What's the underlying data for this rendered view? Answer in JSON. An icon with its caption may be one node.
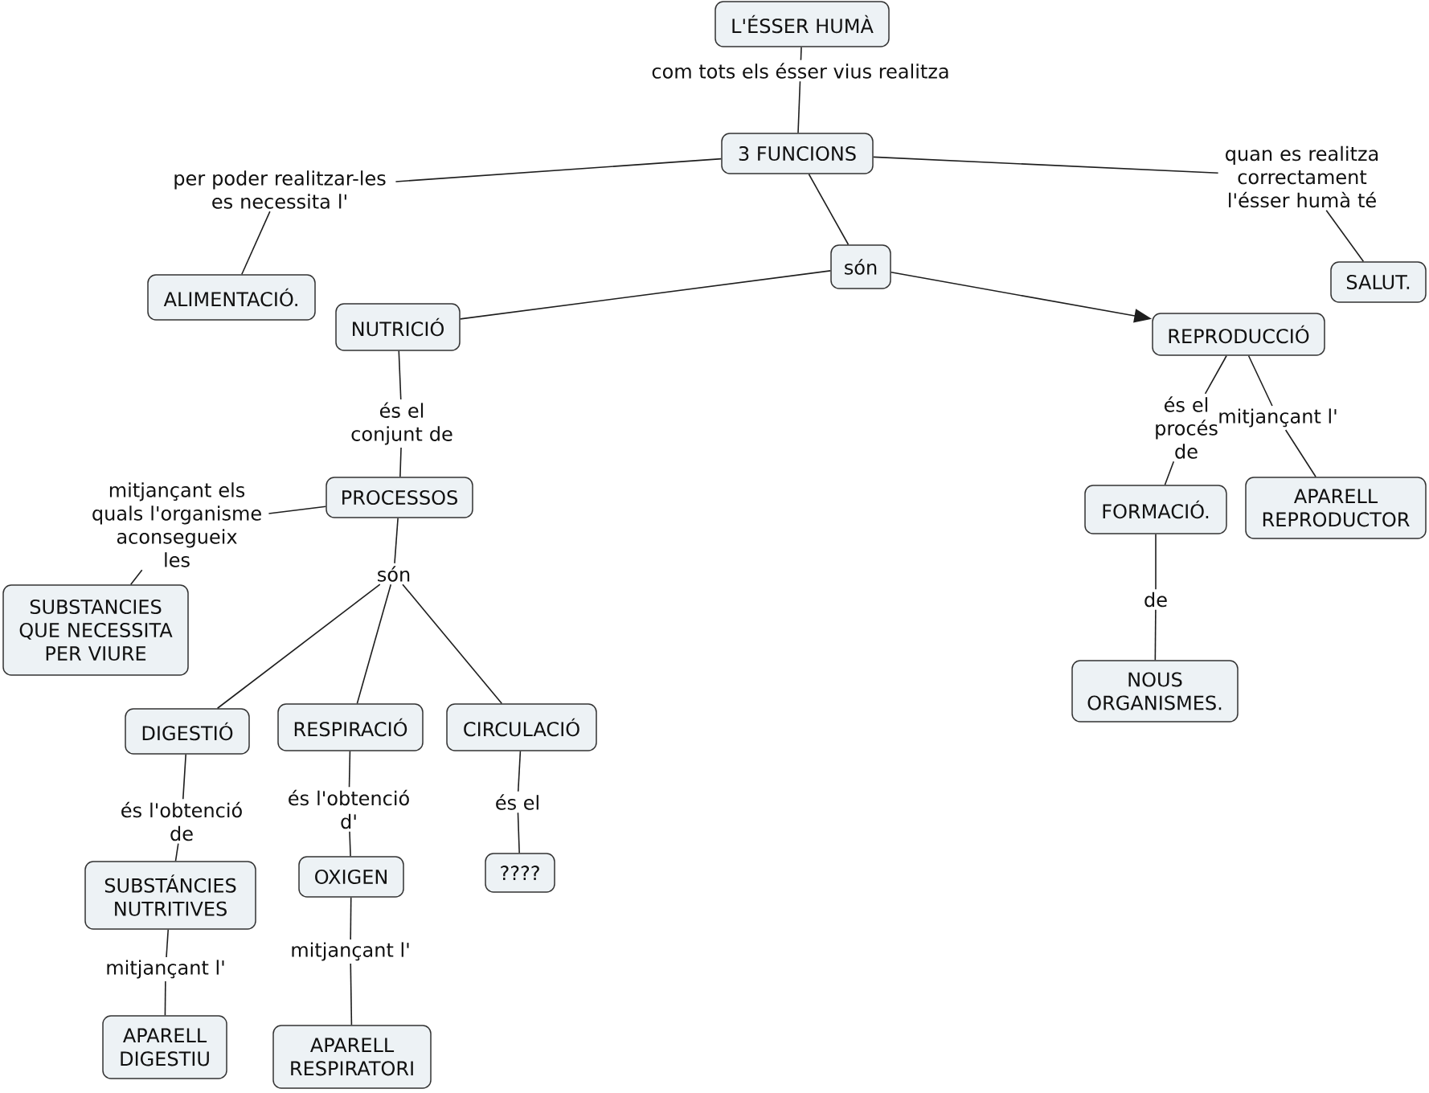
{
  "diagram": {
    "nodes": [
      {
        "text": [
          "L'ÉSSER HUMÀ"
        ]
      },
      {
        "text": [
          "com tots els ésser vius realitza"
        ]
      },
      {
        "text": [
          "3 FUNCIONS"
        ]
      },
      {
        "text": [
          "per poder realitzar-les es necessita l'"
        ]
      },
      {
        "text": [
          "quan es realitza correctament l'ésser humà té"
        ]
      },
      {
        "text": [
          "són"
        ]
      },
      {
        "text": [
          "SALUT."
        ]
      },
      {
        "text": [
          "ALIMENTACIÓ."
        ]
      },
      {
        "text": [
          "NUTRICIÓ"
        ]
      },
      {
        "text": [
          "REPRODUCCIÓ"
        ]
      },
      {
        "text": [
          "és el conjunt de"
        ]
      },
      {
        "text": [
          "és el procés de"
        ]
      },
      {
        "text": [
          "mitjançant l'"
        ]
      },
      {
        "text": [
          "mitjançant els quals l'organisme aconsegueix les"
        ]
      },
      {
        "text": [
          "PROCESSOS"
        ]
      },
      {
        "text": [
          "FORMACIÓ."
        ]
      },
      {
        "text": [
          "APARELL REPRODUCTOR"
        ]
      },
      {
        "text": [
          "són"
        ]
      },
      {
        "text": [
          "SUBSTANCIES QUE NECESSITA PER VIURE"
        ]
      },
      {
        "text": [
          "de"
        ]
      },
      {
        "text": [
          "NOUS ORGANISMES."
        ]
      },
      {
        "text": [
          "DIGESTIÓ"
        ]
      },
      {
        "text": [
          "RESPIRACIÓ"
        ]
      },
      {
        "text": [
          "CIRCULACIÓ"
        ]
      },
      {
        "text": [
          "és l'obtenció de"
        ]
      },
      {
        "text": [
          "és l'obtenció d'"
        ]
      },
      {
        "text": [
          "és el"
        ]
      },
      {
        "text": [
          "SUBSTÁNCIES NUTRITIVES"
        ]
      },
      {
        "text": [
          "OXIGEN"
        ]
      },
      {
        "text": [
          "????"
        ]
      },
      {
        "text": [
          "mitjançant l'"
        ]
      },
      {
        "text": [
          "mitjançant l'"
        ]
      },
      {
        "text": [
          "APARELL DIGESTIU"
        ]
      },
      {
        "text": [
          "APARELL RESPIRATORI"
        ]
      }
    ],
    "edges": [
      {
        "from": 0,
        "to": 1,
        "arrow": "none"
      },
      {
        "from": 1,
        "to": 2,
        "arrow": "none"
      },
      {
        "from": 2,
        "to": 3,
        "arrow": "none"
      },
      {
        "from": 3,
        "to": 7,
        "arrow": "none"
      },
      {
        "from": 2,
        "to": 4,
        "arrow": "none"
      },
      {
        "from": 4,
        "to": 6,
        "arrow": "none"
      },
      {
        "from": 2,
        "to": 5,
        "arrow": "none"
      },
      {
        "from": 5,
        "to": 8,
        "arrow": "none"
      },
      {
        "from": 5,
        "to": 9,
        "arrow": "to"
      },
      {
        "from": 8,
        "to": 10,
        "arrow": "none"
      },
      {
        "from": 10,
        "to": 14,
        "arrow": "none"
      },
      {
        "from": 14,
        "to": 13,
        "arrow": "none"
      },
      {
        "from": 13,
        "to": 18,
        "arrow": "none"
      },
      {
        "from": 14,
        "to": 17,
        "arrow": "none"
      },
      {
        "from": 17,
        "to": 21,
        "arrow": "none"
      },
      {
        "from": 17,
        "to": 22,
        "arrow": "none"
      },
      {
        "from": 17,
        "to": 23,
        "arrow": "none"
      },
      {
        "from": 21,
        "to": 24,
        "arrow": "none"
      },
      {
        "from": 24,
        "to": 27,
        "arrow": "none"
      },
      {
        "from": 27,
        "to": 30,
        "arrow": "none"
      },
      {
        "from": 30,
        "to": 32,
        "arrow": "none"
      },
      {
        "from": 22,
        "to": 25,
        "arrow": "none"
      },
      {
        "from": 25,
        "to": 28,
        "arrow": "none"
      },
      {
        "from": 28,
        "to": 31,
        "arrow": "none"
      },
      {
        "from": 31,
        "to": 33,
        "arrow": "none"
      },
      {
        "from": 23,
        "to": 26,
        "arrow": "none"
      },
      {
        "from": 26,
        "to": 29,
        "arrow": "none"
      },
      {
        "from": 9,
        "to": 11,
        "arrow": "none"
      },
      {
        "from": 11,
        "to": 15,
        "arrow": "none"
      },
      {
        "from": 15,
        "to": 19,
        "arrow": "none"
      },
      {
        "from": 19,
        "to": 20,
        "arrow": "none"
      },
      {
        "from": 9,
        "to": 12,
        "arrow": "none"
      },
      {
        "from": 12,
        "to": 16,
        "arrow": "none"
      }
    ]
  }
}
